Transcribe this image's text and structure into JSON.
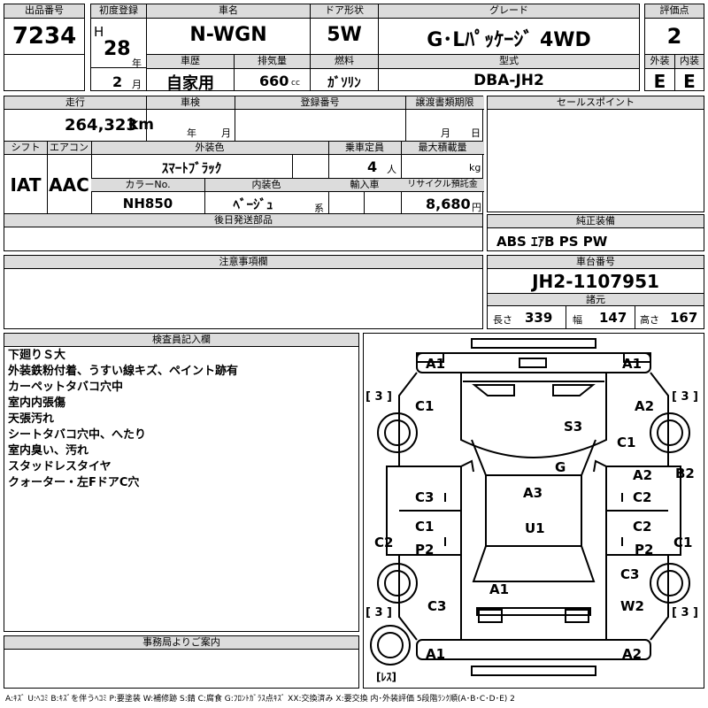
{
  "top": {
    "lot_label": "出品番号",
    "lot_number": "7234",
    "first_reg_label": "初度登録",
    "era": "H",
    "year": "28",
    "year_unit": "年",
    "month": "2",
    "month_unit": "月",
    "name_label": "車名",
    "model_name": "N-WGN",
    "door_label": "ドア形状",
    "door": "5W",
    "grade_label": "グレード",
    "grade": "G･Lﾊﾟｯｹｰｼﾞ 4WD",
    "score_label": "評価点",
    "score": "2",
    "history_label": "車歴",
    "history": "自家用",
    "displacement_label": "排気量",
    "displacement": "660",
    "displacement_unit": "cc",
    "fuel_label": "燃料",
    "fuel": "ｶﾞｿﾘﾝ",
    "type_label": "型式",
    "type": "DBA-JH2",
    "exterior_label": "外装",
    "exterior": "E",
    "interior_label": "内装",
    "interior": "E"
  },
  "mid": {
    "mileage_label": "走行",
    "mileage": "264,323",
    "mileage_unit": "km",
    "inspection_label": "車検",
    "insp_year_unit": "年",
    "insp_month_unit": "月",
    "reg_no_label": "登録番号",
    "transfer_label": "譲渡書類期限",
    "transfer_month_unit": "月",
    "transfer_day_unit": "日",
    "shift_label": "シフト",
    "shift": "IAT",
    "ac_label": "エアコン",
    "ac": "AAC",
    "color_label": "外装色",
    "color": "ｽﾏｰﾄﾌﾞﾗｯｸ",
    "capacity_label": "乗車定員",
    "capacity": "4",
    "capacity_unit": "人",
    "maxload_label": "最大積載量",
    "maxload_unit": "kg",
    "color_no_label": "カラーNo.",
    "color_no": "NH850",
    "interior_color_label": "内装色",
    "interior_color": "ﾍﾞｰｼﾞｭ",
    "interior_color_unit": "系",
    "import_label": "輸入車",
    "recycle_label": "リサイクル預託金",
    "recycle": "8,680",
    "recycle_unit": "円",
    "later_parts_label": "後日発送部品"
  },
  "right": {
    "sales_point_label": "セールスポイント",
    "equipment_label": "純正装備",
    "equipment": "ABS ｴｱB PS PW",
    "chassis_label": "車台番号",
    "chassis": "JH2-1107951",
    "specs_label": "諸元",
    "length_label": "長さ",
    "length": "339",
    "width_label": "幅",
    "width": "147",
    "height_label": "高さ",
    "height": "167"
  },
  "notes_label": "注意事項欄",
  "inspector": {
    "label": "検査員記入欄",
    "lines": [
      "下廻りＳ大",
      "外装鉄粉付着、うすい線キズ、ペイント跡有",
      "カーペットタバコ穴中",
      "室内内張傷",
      "天張汚れ",
      "シートタバコ穴中、へたり",
      "室内臭い、汚れ",
      "スタッドレスタイヤ",
      "クォーター・左FドアC穴"
    ]
  },
  "office_label": "事務局よりご案内",
  "diagram": {
    "marks": {
      "a1_tl": "A1",
      "a1_tr": "A1",
      "b3_tl": "[ 3 ]",
      "b3_tr": "[ 3 ]",
      "c1_l": "C1",
      "a2_tr": "A2",
      "s3": "S3",
      "c1_r": "C1",
      "g": "G",
      "a2_r": "A2",
      "b2": "B2",
      "c3_l": "C3",
      "a3": "A3",
      "c2_r": "C2",
      "c2_l": "C2",
      "c1_l2": "C1",
      "c2_r2": "C2",
      "c1_r2": "C1",
      "p2_l": "P2",
      "u1": "U1",
      "p2_r": "P2",
      "c3_r": "C3",
      "a1_c": "A1",
      "c3_lb": "C3",
      "w2": "W2",
      "b3_bl": "[ 3 ]",
      "b3_br": "[ 3 ]",
      "a1_bl": "A1",
      "a2_br": "A2",
      "less": "[ﾚｽ]"
    }
  },
  "legend": "A:ｷｽﾞ U:ﾍｺﾐ B:ｷｽﾞを伴うﾍｺﾐ P:要塗装 W:補修跡 S:錆 C:腐食 G:ﾌﾛﾝﾄｶﾞﾗｽ点ｷｽﾞ XX:交換済み X:要交換 内･外装評価 5段階ﾗﾝｸ順(A･B･C･D･E) 2"
}
